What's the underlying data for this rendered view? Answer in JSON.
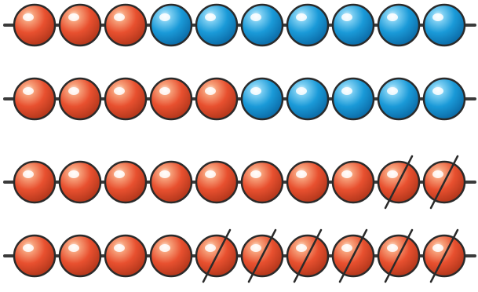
{
  "colors": {
    "red": "#e8502f",
    "blue": "#1a9ad8",
    "string": "#3a3a3a",
    "outline": "#2a2a2a",
    "strike": "#2a2a2a"
  },
  "rows": [
    {
      "beads": [
        "red",
        "red",
        "red",
        "blue",
        "blue",
        "blue",
        "blue",
        "blue",
        "blue",
        "blue"
      ],
      "crossed": [
        false,
        false,
        false,
        false,
        false,
        false,
        false,
        false,
        false,
        false
      ]
    },
    {
      "beads": [
        "red",
        "red",
        "red",
        "red",
        "red",
        "blue",
        "blue",
        "blue",
        "blue",
        "blue"
      ],
      "crossed": [
        false,
        false,
        false,
        false,
        false,
        false,
        false,
        false,
        false,
        false
      ]
    },
    {
      "beads": [
        "red",
        "red",
        "red",
        "red",
        "red",
        "red",
        "red",
        "red",
        "red",
        "red"
      ],
      "crossed": [
        false,
        false,
        false,
        false,
        false,
        false,
        false,
        false,
        true,
        true
      ]
    },
    {
      "beads": [
        "red",
        "red",
        "red",
        "red",
        "red",
        "red",
        "red",
        "red",
        "red",
        "red"
      ],
      "crossed": [
        false,
        false,
        false,
        false,
        true,
        true,
        true,
        true,
        true,
        true
      ]
    }
  ]
}
